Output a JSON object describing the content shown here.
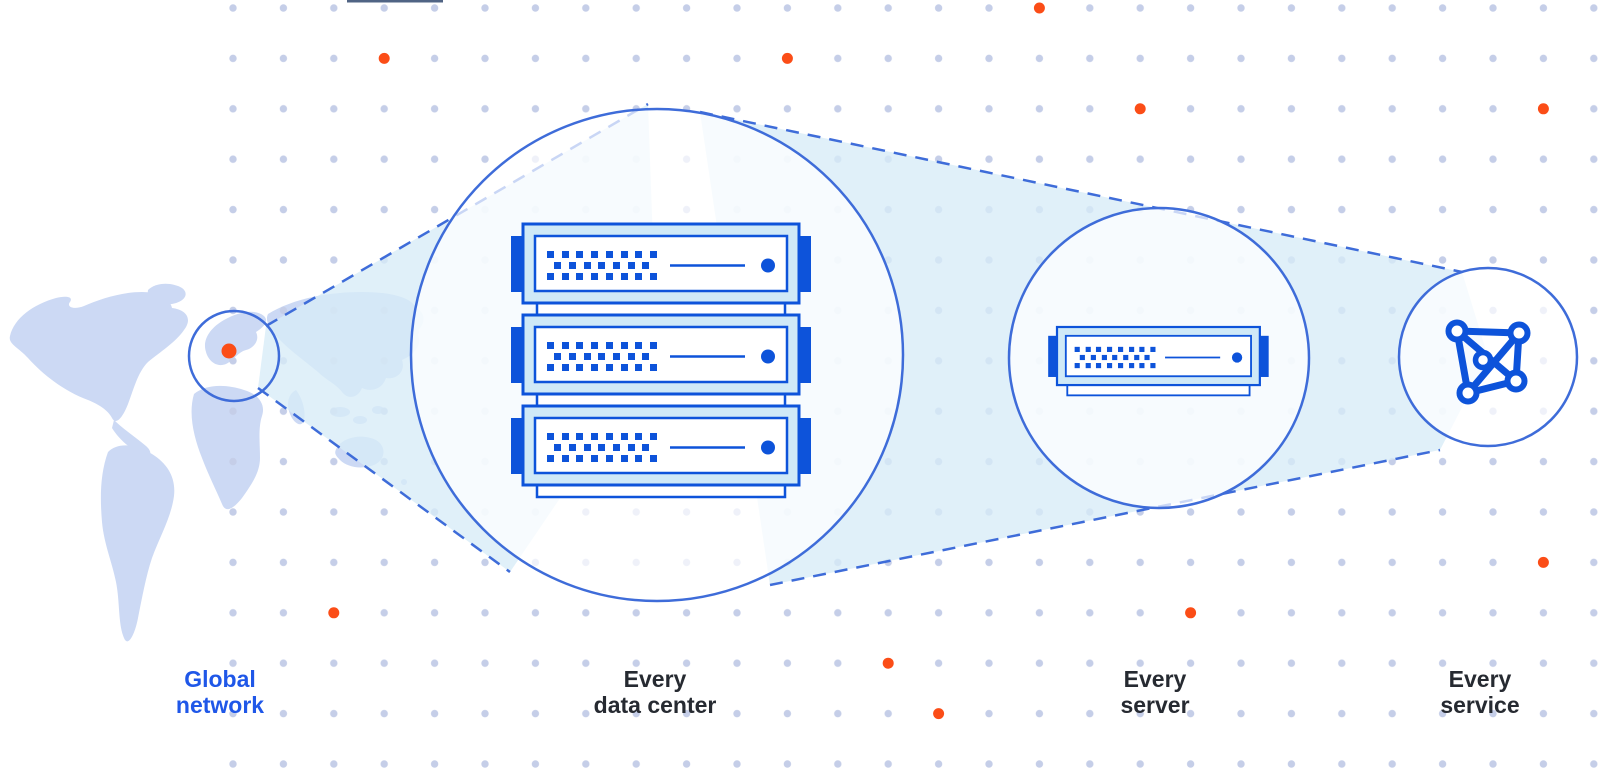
{
  "diagram": {
    "description": "Global network zoom diagram: world map magnified into a data center, then a single server, then a service",
    "stages": [
      {
        "id": "global-network",
        "icon": "world-map-with-location-marker-icon",
        "label_lines": [
          "Global",
          "network"
        ]
      },
      {
        "id": "every-data-center",
        "icon": "server-rack-3-units-icon",
        "label_lines": [
          "Every",
          "data center"
        ]
      },
      {
        "id": "every-server",
        "icon": "server-unit-icon",
        "label_lines": [
          "Every",
          "server"
        ]
      },
      {
        "id": "every-service",
        "icon": "network-graph-icon",
        "label_lines": [
          "Every",
          "service"
        ]
      }
    ]
  },
  "colors": {
    "accent_blue": "#1f57e8",
    "text_dark": "#262a31",
    "line_blue": "#3e6cd9",
    "deep_blue": "#0d53da",
    "unit_fill": "#cfe9f7",
    "cone_fill": "#d7ecf7",
    "map_fill": "#ccd9f4",
    "grid_dot": "#c5cee8",
    "orange": "#fb4d17"
  }
}
